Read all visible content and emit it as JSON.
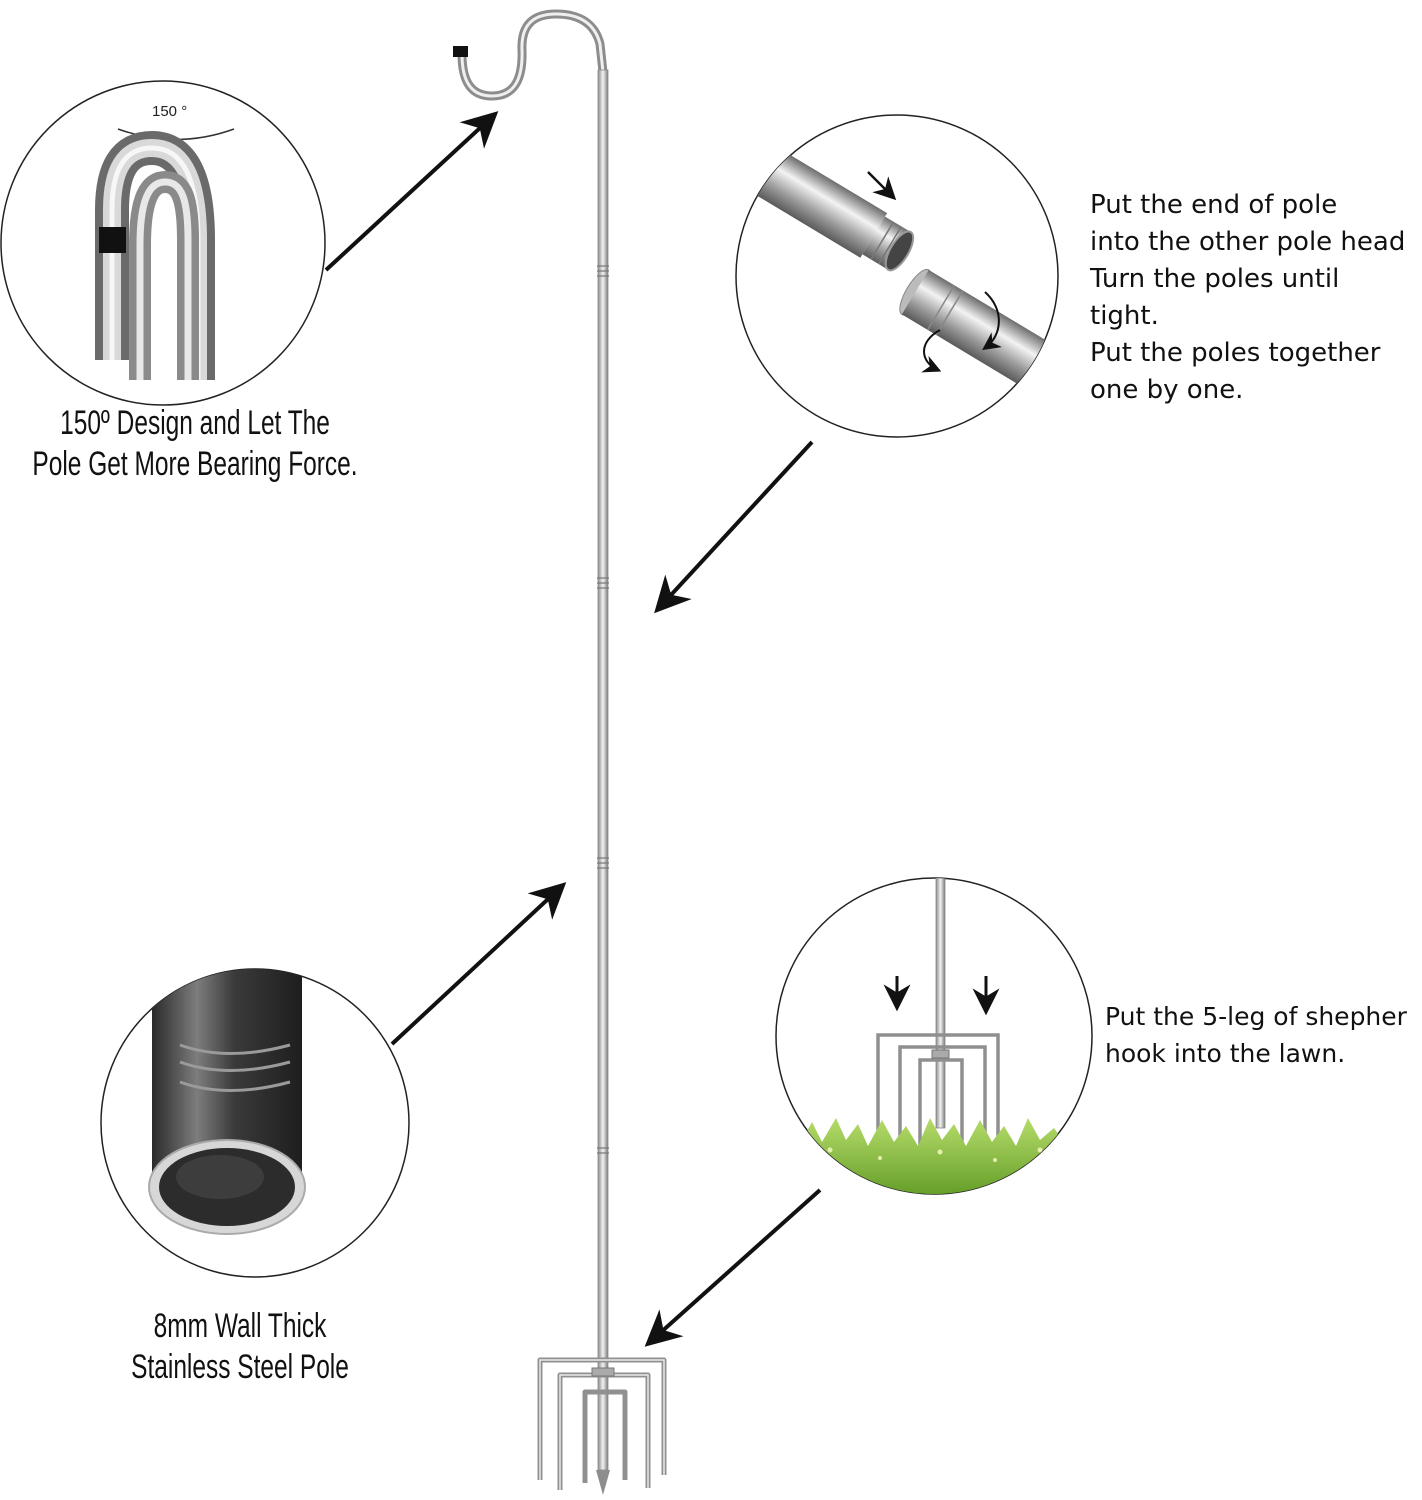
{
  "callouts": {
    "hook_angle": {
      "angle_label": "150 °",
      "caption": "150º Design and Let The\nPole Get More Bearing Force."
    },
    "connection": {
      "caption": "Put the end of pole\ninto the other pole head\nTurn the poles until\ntight.\nPut the poles together\none by one."
    },
    "wall": {
      "caption": "8mm Wall Thick\nStainless Steel Pole"
    },
    "base": {
      "caption": "Put the 5-leg of shepher\nhook into the lawn."
    }
  },
  "colors": {
    "steel_light": "#e6e6e6",
    "steel_mid": "#a9a9a9",
    "steel_dark": "#555555",
    "grass": "#8dc63f",
    "outline": "#222222"
  }
}
